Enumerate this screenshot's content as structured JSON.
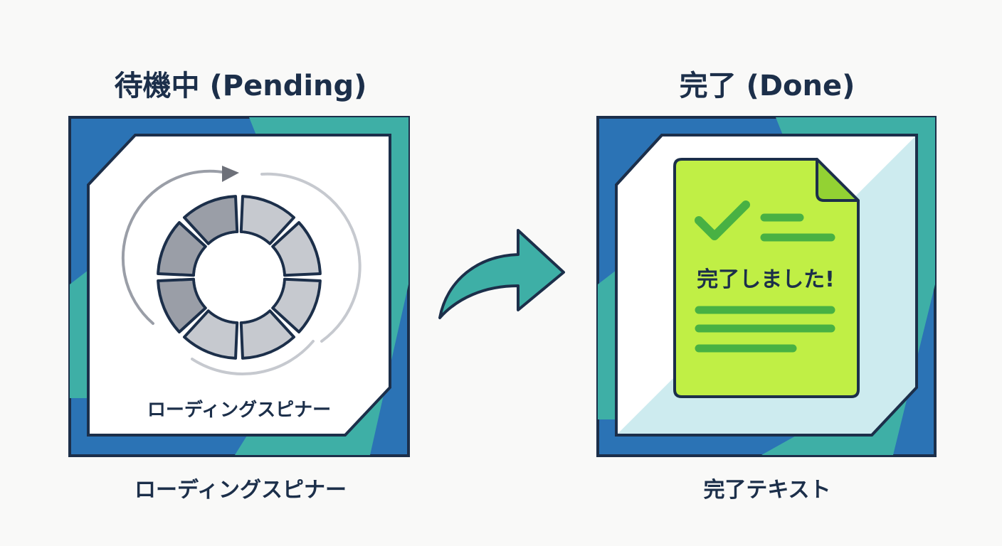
{
  "pending": {
    "title": "待機中 (Pending)",
    "inner_label": "ローディングスピナー",
    "caption": "ローディングスピナー",
    "spinner_icon": "loading-spinner-icon"
  },
  "done": {
    "title": "完了 (Done)",
    "document_heading": "完了しました!",
    "caption": "完了テキスト",
    "document_icon": "document-check-icon"
  },
  "transition": {
    "icon": "curved-arrow-right-icon"
  },
  "colors": {
    "navy": "#1c2f4a",
    "blue": "#2b73b5",
    "teal": "#3eafa6",
    "lime": "#c0ef45",
    "green": "#48b143",
    "light_teal": "#cdebef",
    "spinner_gray": "#c6c9cf",
    "spinner_dark": "#9a9ea7"
  }
}
